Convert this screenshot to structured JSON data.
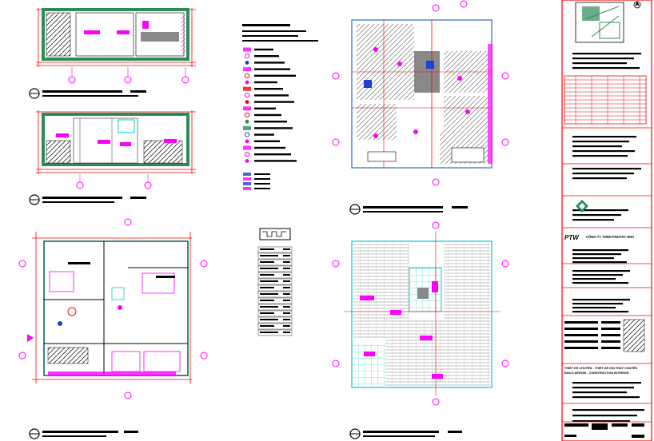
{
  "sheet": {
    "background": "#ffffff",
    "colors": {
      "magenta": "#ff00ff",
      "red": "#ff0000",
      "cyan": "#00e5e5",
      "green": "#2e8b57",
      "blue": "#1f3fd0",
      "gray": "#a6a6a6",
      "black": "#000000"
    }
  },
  "title_block": {
    "company_name": "CÔNG TY TNHH PHUTHY NHA",
    "company_logo_text": "PTW",
    "project_line_1": "THIẾT KẾ CHUYÊN - THIẾT KẾ NỘI THẤT CHUYÊN",
    "project_line_2": "BUILD DESIGN - CONSTRUCTION INTERIOR"
  },
  "drawings": [
    {
      "id": "elevation-1"
    },
    {
      "id": "elevation-2"
    },
    {
      "id": "plan-furniture"
    },
    {
      "id": "plan-reflected-ceiling"
    },
    {
      "id": "plan-flooring"
    }
  ],
  "icons": {
    "north-arrow": "compass-arrow",
    "key-plan": "key-plan-thumbnail",
    "title-marker": "drawing-title-bubble"
  }
}
